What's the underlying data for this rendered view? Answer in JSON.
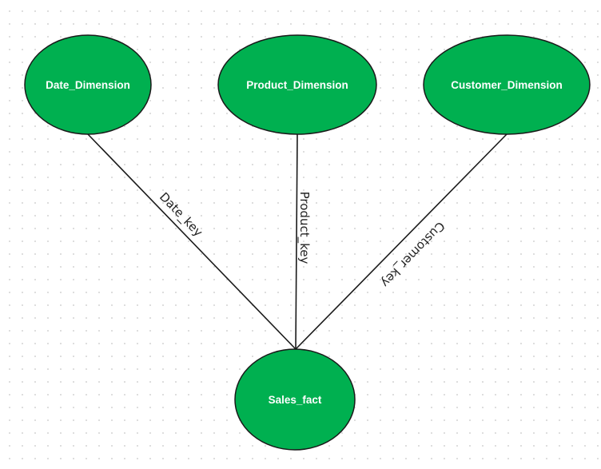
{
  "diagram": {
    "colors": {
      "node_fill": "#00b050",
      "node_text": "#ffffff",
      "line": "#1a1a1a"
    },
    "nodes": {
      "date_dimension": "Date_Dimension",
      "product_dimension": "Product_Dimension",
      "customer_dimension": "Customer_Dimension",
      "sales_fact": "Sales_fact"
    },
    "edges": [
      {
        "from": "Date_Dimension",
        "to": "Sales_fact",
        "label": "Date_key"
      },
      {
        "from": "Product_Dimension",
        "to": "Sales_fact",
        "label": "Product_key"
      },
      {
        "from": "Customer_Dimension",
        "to": "Sales_fact",
        "label": "Customer_key"
      }
    ]
  }
}
